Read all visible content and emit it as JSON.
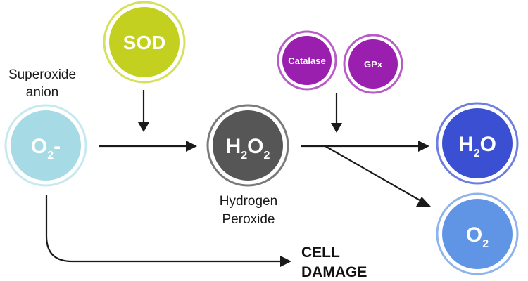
{
  "nodes": {
    "sod": {
      "label": "SOD",
      "fill": "#c3d01f",
      "ring": "#d6e05a"
    },
    "superoxide": {
      "label_main": "O",
      "label_sub": "2",
      "label_suffix": "-",
      "fill": "#a6dbe5",
      "ring": "#c6e9f0"
    },
    "hydrogen_peroxide": {
      "label_main1": "H",
      "label_sub1": "2",
      "label_main2": "O",
      "label_sub2": "2",
      "fill": "#565656",
      "ring": "#7a7a7a"
    },
    "catalase": {
      "label": "Catalase",
      "fill": "#9a1fae",
      "ring": "#b75bc6"
    },
    "gpx": {
      "label": "GPx",
      "fill": "#9a1fae",
      "ring": "#b75bc6"
    },
    "water": {
      "label_main1": "H",
      "label_sub1": "2",
      "label_main2": "O",
      "fill": "#3a4fd1",
      "ring": "#6d7de0"
    },
    "oxygen": {
      "label_main": "O",
      "label_sub": "2",
      "fill": "#5f95e4",
      "ring": "#8fb4ec"
    }
  },
  "labels": {
    "superoxide_line1": "Superoxide",
    "superoxide_line2": "anion",
    "peroxide_line1": "Hydrogen",
    "peroxide_line2": "Peroxide",
    "damage_line1": "CELL",
    "damage_line2": "DAMAGE"
  }
}
